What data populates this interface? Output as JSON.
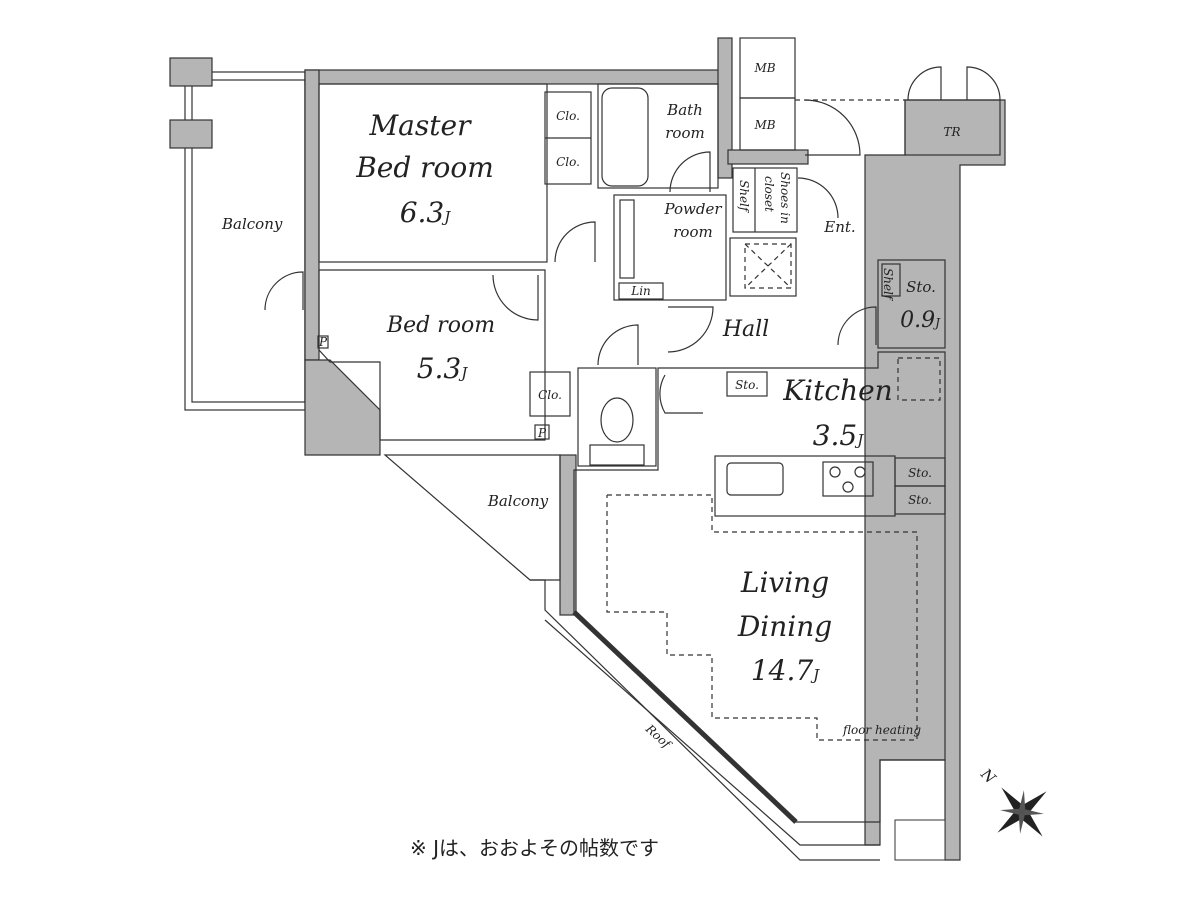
{
  "colors": {
    "wall": "#b5b5b5",
    "bedroom": "#fcfae6",
    "living": "#fdf1e0",
    "wet": "#e4f0fa",
    "storage": "#d9d1b9",
    "closet": "#dcd4bc"
  },
  "rooms": {
    "master": {
      "name1": "Master",
      "name2": "Bed room",
      "size": "6.3",
      "unit": "J"
    },
    "bedroom": {
      "name": "Bed room",
      "size": "5.3",
      "unit": "J"
    },
    "kitchen": {
      "name": "Kitchen",
      "size": "3.5",
      "unit": "J"
    },
    "living": {
      "name1": "Living",
      "name2": "Dining",
      "size": "14.7",
      "unit": "J"
    },
    "bath": {
      "name1": "Bath",
      "name2": "room"
    },
    "powder": {
      "name1": "Powder",
      "name2": "room"
    },
    "hall": "Hall",
    "entrance": "Ent.",
    "storage_large": {
      "name": "Sto.",
      "size": "0.9",
      "unit": "J"
    }
  },
  "labels": {
    "balcony_left": "Balcony",
    "balcony_lower": "Balcony",
    "closet1": "Clo.",
    "closet2": "Clo.",
    "closet3": "Clo.",
    "linen": "Lin",
    "shelf1": "Shelf",
    "shelf2": "Shelf",
    "shoes1": "Shoes in",
    "shoes2": "closet",
    "mb1": "MB",
    "mb2": "MB",
    "tr": "TR",
    "sto1": "Sto.",
    "sto2": "Sto.",
    "sto3": "Sto.",
    "floor_heating": "floor heating",
    "roof": "Roof",
    "p1": "P",
    "p2": "P",
    "north": "N"
  },
  "note": "※ Jは、おおよその帖数です"
}
